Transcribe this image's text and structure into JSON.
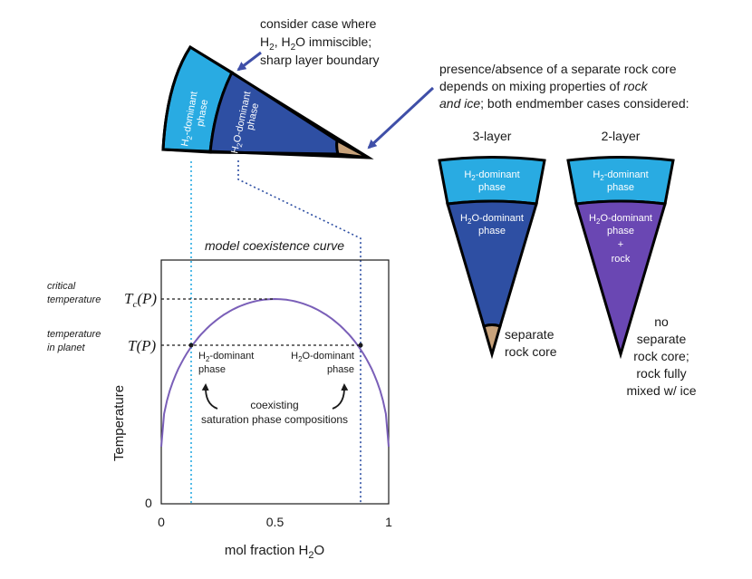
{
  "colors": {
    "h2_phase": "#29ABE2",
    "h2o_phase": "#2E4FA3",
    "h2o_rock_phase": "#6A47B3",
    "rock": "#C8A27A",
    "arrow": "#3F4FA8",
    "curve": "#7A5FB8",
    "dotted_cyan": "#29ABE2",
    "dotted_blue": "#2E4FA3"
  },
  "top_wedge": {
    "h2_label_1": "H",
    "h2_label_sub": "2",
    "h2_label_2": "-dominant",
    "h2_label_3": "phase",
    "h2o_label_1": "H",
    "h2o_label_sub": "2",
    "h2o_label_2": "O-dominant",
    "h2o_label_3": "phase"
  },
  "annotation_immiscible": {
    "line1": "consider case where",
    "line2_a": "H",
    "line2_sub1": "2",
    "line2_b": ", H",
    "line2_sub2": "2",
    "line2_c": "O immiscible;",
    "line3": "sharp layer boundary"
  },
  "annotation_rock": {
    "line1": "presence/absence of a separate rock core",
    "line2_a": "depends on mixing properties of ",
    "line2_b": "rock",
    "line3_a": "and ice",
    "line3_b": "; both endmember cases considered:"
  },
  "three_layer": {
    "title": "3-layer",
    "h2_a": "H",
    "h2_sub": "2",
    "h2_b": "-dominant",
    "h2_c": "phase",
    "h2o_a": "H",
    "h2o_sub": "2",
    "h2o_b": "O-dominant",
    "h2o_c": "phase",
    "caption1": "separate",
    "caption2": "rock core"
  },
  "two_layer": {
    "title": "2-layer",
    "h2_a": "H",
    "h2_sub": "2",
    "h2_b": "-dominant",
    "h2_c": "phase",
    "h2o_a": "H",
    "h2o_sub": "2",
    "h2o_b": "O-dominant",
    "h2o_c": "phase",
    "h2o_d": "+",
    "h2o_e": "rock",
    "caption1": "no",
    "caption2": "separate",
    "caption3": "rock core;",
    "caption4": "rock fully",
    "caption5": "mixed w/ ice"
  },
  "plot": {
    "title": "model coexistence curve",
    "crit_label_1": "critical",
    "crit_label_2": "temperature",
    "crit_symbol": "T",
    "crit_symbol_sub": "c",
    "crit_symbol_arg": "(P)",
    "planet_label_1": "temperature",
    "planet_label_2": "in planet",
    "planet_symbol": "T(P)",
    "left_phase_a": "H",
    "left_phase_sub": "2",
    "left_phase_b": "-dominant",
    "left_phase_c": "phase",
    "right_phase_a": "H",
    "right_phase_sub": "2",
    "right_phase_b": "O-dominant",
    "right_phase_c": "phase",
    "coexist_1": "coexisting",
    "coexist_2": "saturation phase compositions",
    "ylabel": "Temperature",
    "y_zero": "0",
    "xlabel_a": "mol fraction H",
    "xlabel_sub": "2",
    "xlabel_b": "O"
  },
  "chart_data": {
    "type": "line",
    "title": "model coexistence curve",
    "xlabel": "mol fraction H2O",
    "ylabel": "Temperature",
    "xlim": [
      0,
      1
    ],
    "x_ticks": [
      "0",
      "0.5",
      "1"
    ],
    "y_ticks": [
      "0"
    ],
    "series": [
      {
        "values_note": "symmetric semicircle-like curve peaking at x=0.5 (critical temperature Tc(P)); intersects T(P) at x≈0.13 and x≈0.88",
        "values": []
      }
    ],
    "coexist_points_x": [
      0.13,
      0.88
    ],
    "peak_x": 0.5
  }
}
